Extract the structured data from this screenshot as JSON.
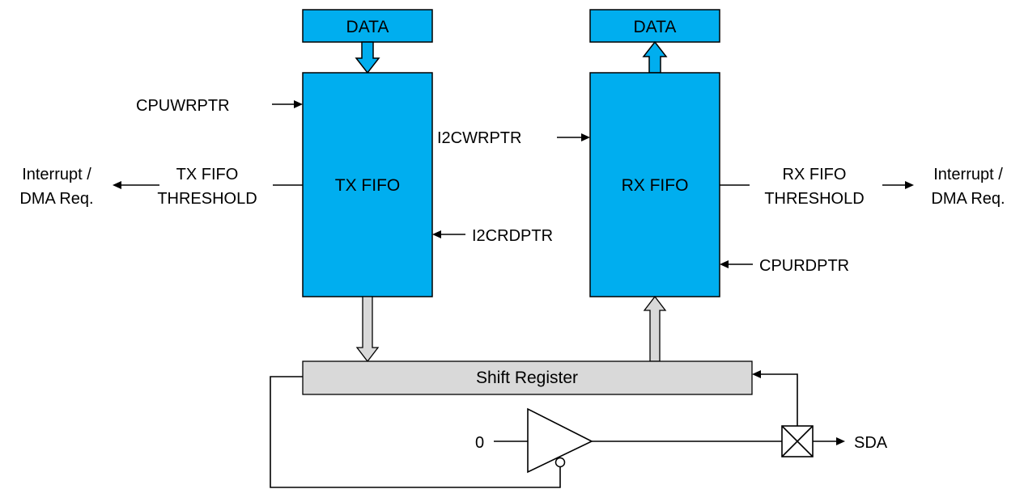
{
  "tx": {
    "data_label": "DATA",
    "fifo_label": "TX FIFO",
    "cpu_write_pointer": "CPUWRPTR",
    "i2c_read_pointer": "I2CRDPTR",
    "threshold_line1": "TX FIFO",
    "threshold_line2": "THRESHOLD",
    "interrupt_line1": "Interrupt /",
    "interrupt_line2": "DMA Req."
  },
  "rx": {
    "data_label": "DATA",
    "fifo_label": "RX FIFO",
    "i2c_write_pointer": "I2CWRPTR",
    "cpu_read_pointer": "CPURDPTR",
    "threshold_line1": "RX FIFO",
    "threshold_line2": "THRESHOLD",
    "interrupt_line1": "Interrupt /",
    "interrupt_line2": "DMA Req."
  },
  "shift_register": {
    "label": "Shift Register"
  },
  "driver": {
    "input_label": "0"
  },
  "output": {
    "pin_label": "SDA"
  },
  "colors": {
    "fifo_fill": "#00aeef",
    "register_fill": "#d9d9d9",
    "line": "#000000"
  }
}
